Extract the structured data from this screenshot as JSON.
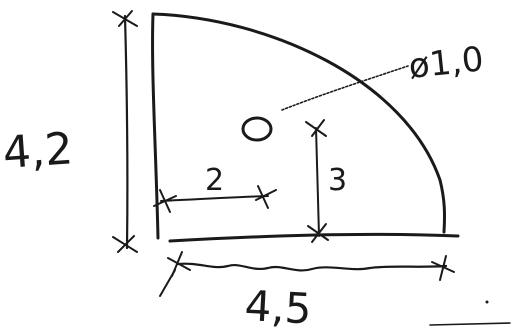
{
  "sketch": {
    "dimension_height": "4,2",
    "dimension_width": "4,5",
    "dimension_x_offset": "2",
    "dimension_y_offset": "3",
    "hole_diameter": "ø1,0"
  },
  "colors": {
    "paper": "#ffffff",
    "ink": "#1a1a1a"
  }
}
